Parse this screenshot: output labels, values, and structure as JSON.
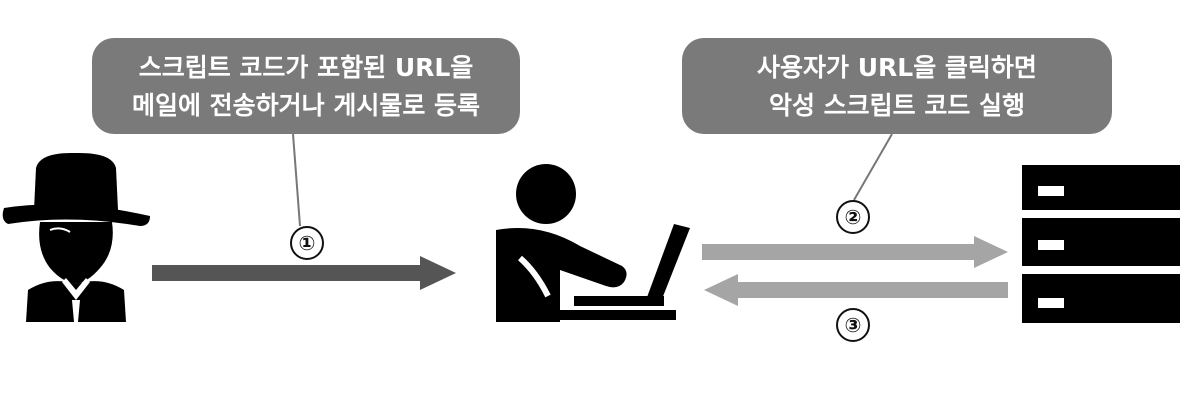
{
  "callouts": {
    "attacker": {
      "line1": "스크립트 코드가 포함된 URL을",
      "line2": "메일에 전송하거나 게시물로 등록"
    },
    "user": {
      "line1": "사용자가 URL을 클릭하면",
      "line2": "악성 스크립트 코드 실행"
    }
  },
  "steps": {
    "one": "①",
    "two": "②",
    "three": "③"
  },
  "colors": {
    "callout_bg": "#7a7a7a",
    "dark_arrow": "#555555",
    "light_arrow": "#a5a5a5",
    "icon": "#000000"
  },
  "icons": {
    "attacker": "hacker-icon",
    "user": "laptop-user-icon",
    "server": "server-icon"
  }
}
